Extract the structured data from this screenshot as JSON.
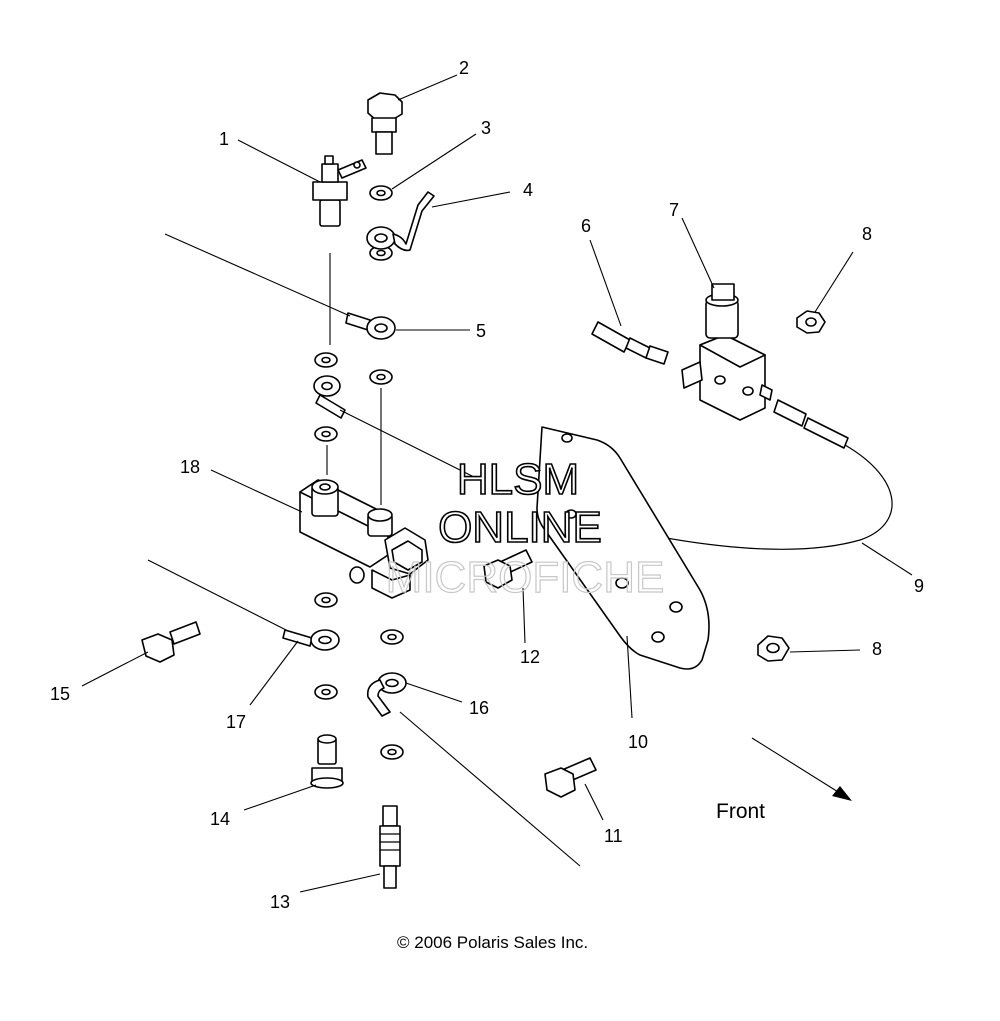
{
  "callouts": [
    "1",
    "2",
    "3",
    "4",
    "5",
    "6",
    "7",
    "8",
    "8",
    "9",
    "10",
    "11",
    "12",
    "13",
    "14",
    "15",
    "16",
    "17",
    "18"
  ],
  "front_label": "Front",
  "copyright": "© 2006 Polaris Sales Inc.",
  "watermark": {
    "line1": "HLSM",
    "line2": "ONLINE",
    "line3": "MICROFICHE"
  }
}
